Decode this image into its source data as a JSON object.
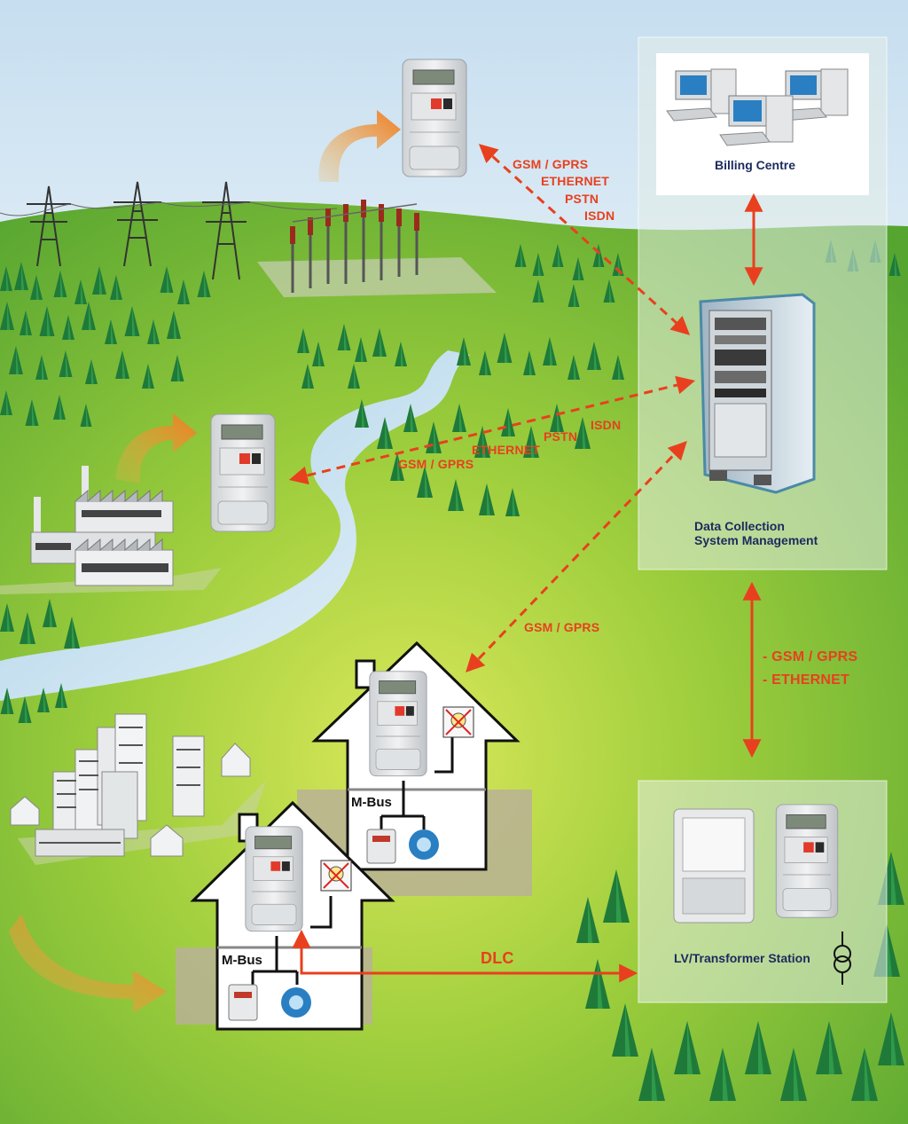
{
  "labels": {
    "billing_centre": "Billing Centre",
    "dcs_line1": "Data Collection",
    "dcs_line2": "System Management",
    "lv_station": "LV/Transformer Station",
    "top_links": [
      "GSM / GPRS",
      "ETHERNET",
      "PSTN",
      "ISDN"
    ],
    "mid_links": [
      "ISDN",
      "PSTN",
      "ETHERNET",
      "GSM / GPRS"
    ],
    "house_link": "GSM / GPRS",
    "right_links": [
      "- GSM / GPRS",
      "- ETHERNET"
    ],
    "mbus_upper": "M-Bus",
    "mbus_lower": "M-Bus",
    "dlc": "DLC"
  },
  "colors": {
    "link_red": "#e8401e",
    "label_navy": "#1c2a5e",
    "sky": "#cfe3f1",
    "grass": "#7cc23a",
    "tree": "#1f7a3a",
    "arrow_orange": "#f08a2a"
  },
  "icons": [
    "transmission-tower-icon",
    "substation-icon",
    "factory-icon",
    "city-buildings-icon",
    "house-icon",
    "electricity-meter-icon",
    "computer-workstation-icon",
    "server-rack-icon",
    "gas-meter-icon",
    "water-meter-icon",
    "lightbulb-disconnect-icon",
    "transformer-symbol-icon"
  ]
}
